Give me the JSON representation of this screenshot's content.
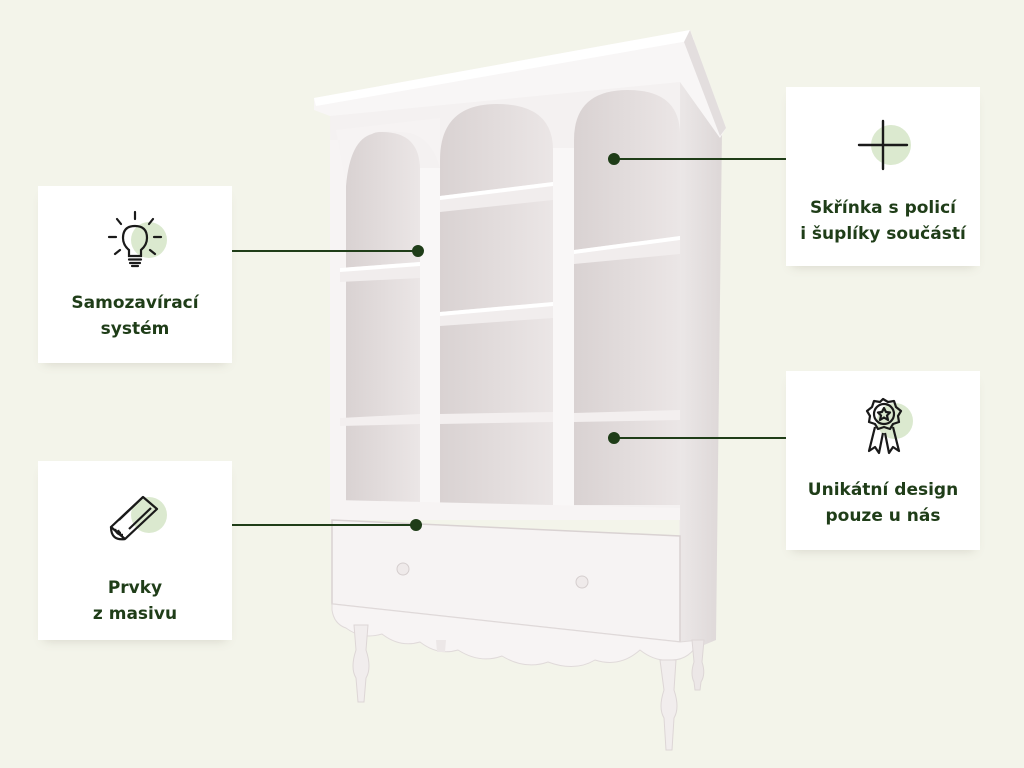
{
  "features": {
    "self_closing": {
      "label": "Samozavírací\nsystém",
      "icon": "lightbulb-icon"
    },
    "solid_wood": {
      "label": "Prvky\nz masivu",
      "icon": "wood-beam-icon"
    },
    "cabinet": {
      "label": "Skřínka s policí\ni šuplíky součástí",
      "icon": "plus-icon"
    },
    "design": {
      "label": "Unikátní design\npouze u nás",
      "icon": "award-badge-icon"
    }
  },
  "colors": {
    "background": "#f3f4ea",
    "accent_green": "#1f3d18",
    "icon_highlight": "#dbe9cf",
    "cabinet_white": "#f6f3f2"
  }
}
